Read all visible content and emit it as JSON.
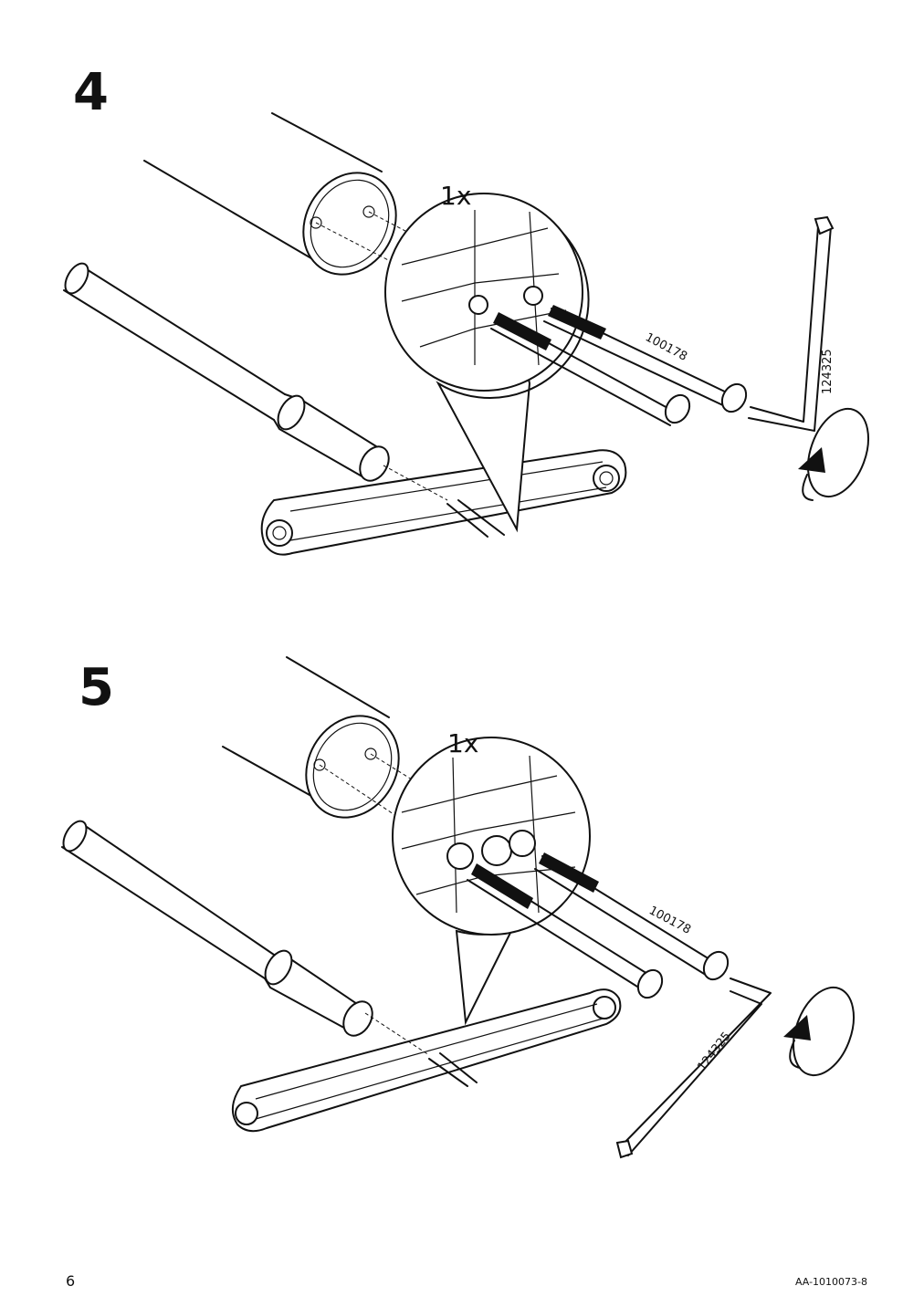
{
  "steps": [
    {
      "number": "4",
      "quantity": "1x",
      "bolt_part": "100178",
      "key_part": "124325"
    },
    {
      "number": "5",
      "quantity": "1x",
      "bolt_part": "100178",
      "key_part": "124325"
    }
  ],
  "footer": {
    "page_number": "6",
    "doc_code": "AA-1010073-8"
  }
}
